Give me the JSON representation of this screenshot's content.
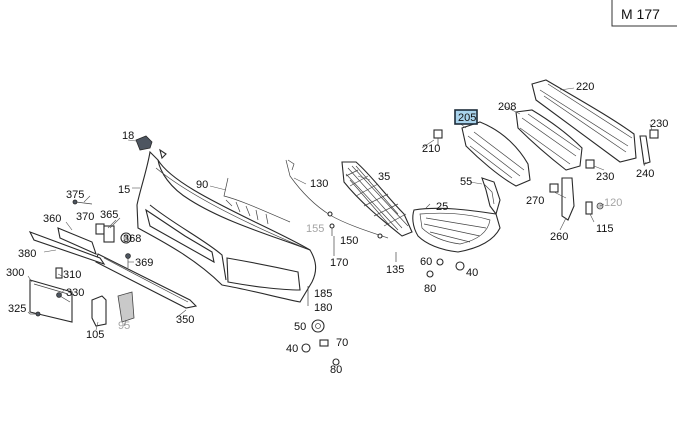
{
  "catalog": {
    "code": "M  177"
  },
  "labels": {
    "p18": "18",
    "p15": "15",
    "p90": "90",
    "p130": "130",
    "p35": "35",
    "p375": "375",
    "p360": "360",
    "p370": "370",
    "p365": "365",
    "p368": "368",
    "p380": "380",
    "p369": "369",
    "p300": "300",
    "p310": "310",
    "p330": "330",
    "p325": "325",
    "p105": "105",
    "p95": "95",
    "p350": "350",
    "p155": "155",
    "p150": "150",
    "p170": "170",
    "p135": "135",
    "p185": "185",
    "p180": "180",
    "p50": "50",
    "p70": "70",
    "p40a": "40",
    "p80a": "80",
    "p205": "205",
    "p208": "208",
    "p220": "220",
    "p210": "210",
    "p55": "55",
    "p25": "25",
    "p60": "60",
    "p40b": "40",
    "p80b": "80",
    "p230a": "230",
    "p230b": "230",
    "p240": "240",
    "p270": "270",
    "p120": "120",
    "p115": "115",
    "p260": "260"
  },
  "highlight": {
    "part": "205"
  }
}
